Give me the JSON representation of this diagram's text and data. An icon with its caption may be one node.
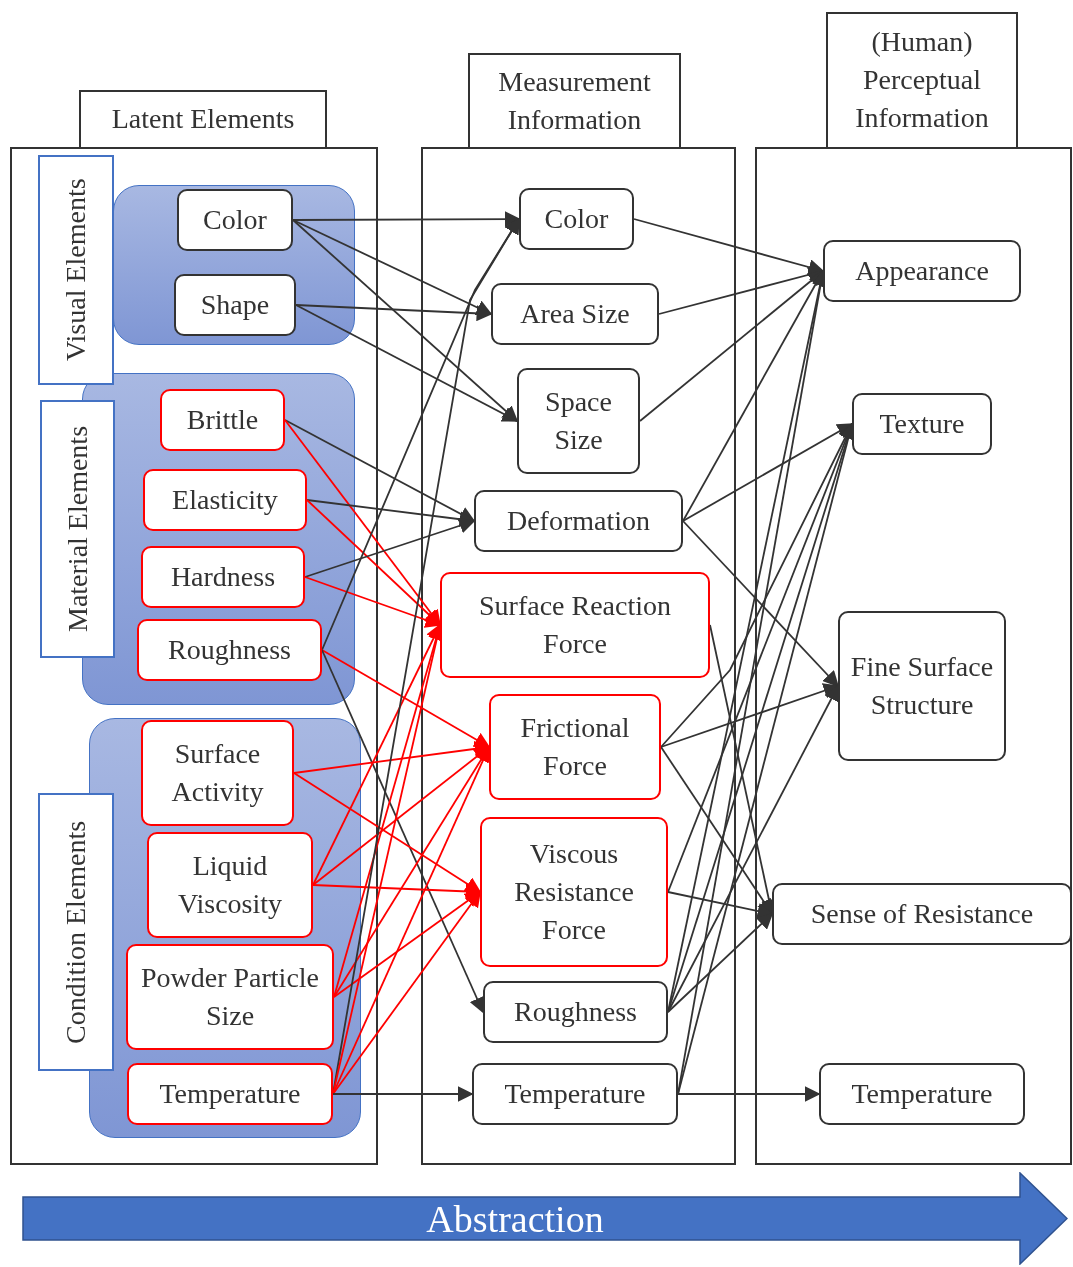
{
  "diagram": {
    "nodes": [
      {
        "text": [
          "Latent Elements"
        ]
      },
      {
        "text": [
          "Visual Elements"
        ],
        "in": 0
      },
      {
        "text": [
          "Color"
        ],
        "in": 1
      },
      {
        "text": [
          "Shape"
        ],
        "in": 1
      },
      {
        "text": [
          "Material Elements"
        ],
        "in": 0
      },
      {
        "text": [
          "Brittle"
        ],
        "in": 4
      },
      {
        "text": [
          "Elasticity"
        ],
        "in": 4
      },
      {
        "text": [
          "Hardness"
        ],
        "in": 4
      },
      {
        "text": [
          "Roughness"
        ],
        "in": 4
      },
      {
        "text": [
          "Condition Elements"
        ],
        "in": 0
      },
      {
        "text": [
          "Surface Activity"
        ],
        "in": 9
      },
      {
        "text": [
          "Liquid Viscosity"
        ],
        "in": 9
      },
      {
        "text": [
          "Powder Particle Size"
        ],
        "in": 9
      },
      {
        "text": [
          "Temperature"
        ],
        "in": 9
      },
      {
        "text": [
          "Measurement Information"
        ]
      },
      {
        "text": [
          "Color"
        ],
        "in": 14
      },
      {
        "text": [
          "Area Size"
        ],
        "in": 14
      },
      {
        "text": [
          "Space Size"
        ],
        "in": 14
      },
      {
        "text": [
          "Deformation"
        ],
        "in": 14
      },
      {
        "text": [
          "Surface Reaction Force"
        ],
        "in": 14
      },
      {
        "text": [
          "Frictional Force"
        ],
        "in": 14
      },
      {
        "text": [
          "Viscous Resistance Force"
        ],
        "in": 14
      },
      {
        "text": [
          "Roughness"
        ],
        "in": 14
      },
      {
        "text": [
          "Temperature"
        ],
        "in": 14
      },
      {
        "text": [
          "(Human) Perceptual Information"
        ]
      },
      {
        "text": [
          "Appearance"
        ],
        "in": 24
      },
      {
        "text": [
          "Texture"
        ],
        "in": 24
      },
      {
        "text": [
          "Fine Surface Structure"
        ],
        "in": 24
      },
      {
        "text": [
          "Sense of Resistance"
        ],
        "in": 24
      },
      {
        "text": [
          "Temperature"
        ],
        "in": 24
      },
      {
        "text": [
          "Abstraction"
        ]
      }
    ],
    "edges": [
      {
        "from": 2,
        "to": 15,
        "arrow": "to"
      },
      {
        "from": 2,
        "to": 16,
        "arrow": "to"
      },
      {
        "from": 2,
        "to": 17,
        "arrow": "to"
      },
      {
        "from": 3,
        "to": 16,
        "arrow": "to"
      },
      {
        "from": 3,
        "to": 17,
        "arrow": "to"
      },
      {
        "from": 5,
        "to": 18,
        "arrow": "to"
      },
      {
        "from": 5,
        "to": 19,
        "arrow": "to",
        "color": "#ff0000"
      },
      {
        "from": 6,
        "to": 18,
        "arrow": "to"
      },
      {
        "from": 6,
        "to": 19,
        "arrow": "to",
        "color": "#ff0000"
      },
      {
        "from": 7,
        "to": 18,
        "arrow": "to"
      },
      {
        "from": 7,
        "to": 19,
        "arrow": "to",
        "color": "#ff0000"
      },
      {
        "from": 8,
        "to": 15,
        "arrow": "to"
      },
      {
        "from": 8,
        "to": 20,
        "arrow": "to",
        "color": "#ff0000"
      },
      {
        "from": 8,
        "to": 22,
        "arrow": "to"
      },
      {
        "from": 10,
        "to": 20,
        "arrow": "to",
        "color": "#ff0000"
      },
      {
        "from": 10,
        "to": 21,
        "arrow": "to",
        "color": "#ff0000"
      },
      {
        "from": 11,
        "to": 19,
        "arrow": "to",
        "color": "#ff0000"
      },
      {
        "from": 11,
        "to": 20,
        "arrow": "to",
        "color": "#ff0000"
      },
      {
        "from": 11,
        "to": 21,
        "arrow": "to",
        "color": "#ff0000"
      },
      {
        "from": 12,
        "to": 19,
        "arrow": "to",
        "color": "#ff0000"
      },
      {
        "from": 12,
        "to": 20,
        "arrow": "to",
        "color": "#ff0000"
      },
      {
        "from": 12,
        "to": 21,
        "arrow": "to",
        "color": "#ff0000"
      },
      {
        "from": 13,
        "to": 15,
        "arrow": "to"
      },
      {
        "from": 13,
        "to": 19,
        "arrow": "to",
        "color": "#ff0000"
      },
      {
        "from": 13,
        "to": 20,
        "arrow": "to",
        "color": "#ff0000"
      },
      {
        "from": 13,
        "to": 21,
        "arrow": "to",
        "color": "#ff0000"
      },
      {
        "from": 13,
        "to": 23,
        "arrow": "to"
      },
      {
        "from": 15,
        "to": 25,
        "arrow": "to"
      },
      {
        "from": 16,
        "to": 25,
        "arrow": "to"
      },
      {
        "from": 17,
        "to": 25,
        "arrow": "to"
      },
      {
        "from": 18,
        "to": 25,
        "arrow": "to"
      },
      {
        "from": 18,
        "to": 26,
        "arrow": "to"
      },
      {
        "from": 18,
        "to": 27,
        "arrow": "to"
      },
      {
        "from": 19,
        "to": 28,
        "arrow": "to"
      },
      {
        "from": 20,
        "to": 26,
        "arrow": "to"
      },
      {
        "from": 20,
        "to": 27,
        "arrow": "to"
      },
      {
        "from": 20,
        "to": 28,
        "arrow": "to"
      },
      {
        "from": 21,
        "to": 26,
        "arrow": "to"
      },
      {
        "from": 21,
        "to": 28,
        "arrow": "to"
      },
      {
        "from": 22,
        "to": 25,
        "arrow": "to"
      },
      {
        "from": 22,
        "to": 26,
        "arrow": "to"
      },
      {
        "from": 22,
        "to": 27,
        "arrow": "to"
      },
      {
        "from": 22,
        "to": 28,
        "arrow": "to"
      },
      {
        "from": 23,
        "to": 25,
        "arrow": "to"
      },
      {
        "from": 23,
        "to": 26,
        "arrow": "to"
      },
      {
        "from": 23,
        "to": 29,
        "arrow": "to"
      }
    ]
  }
}
